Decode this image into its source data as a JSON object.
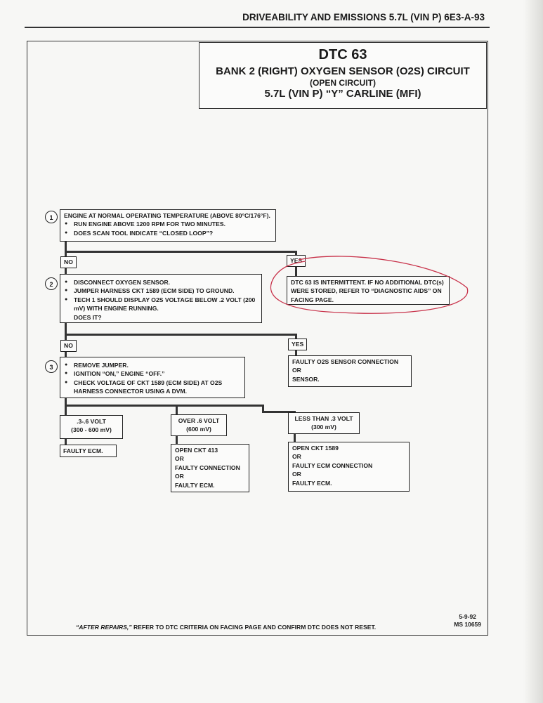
{
  "header": {
    "running_title": "DRIVEABILITY AND EMISSIONS 5.7L (VIN P) 6E3-A-93"
  },
  "title_block": {
    "code": "DTC 63",
    "line1": "BANK 2 (RIGHT) OXYGEN SENSOR (O2S) CIRCUIT",
    "line2": "(OPEN CIRCUIT)",
    "line3": "5.7L (VIN P) “Y” CARLINE (MFI)"
  },
  "steps": [
    {
      "number": "1",
      "heading": "ENGINE AT NORMAL OPERATING TEMPERATURE (ABOVE 80°C/176°F).",
      "bullets": [
        "RUN ENGINE ABOVE 1200 RPM FOR TWO MINUTES.",
        "DOES SCAN TOOL INDICATE “CLOSED LOOP”?"
      ]
    },
    {
      "number": "2",
      "bullets": [
        "DISCONNECT OXYGEN SENSOR.",
        "JUMPER HARNESS CKT 1589 (ECM SIDE) TO GROUND.",
        "TECH 1 SHOULD DISPLAY O2S VOLTAGE BELOW .2 VOLT (200 mV) WITH ENGINE RUNNING."
      ],
      "question": "DOES IT?"
    },
    {
      "number": "3",
      "bullets": [
        "REMOVE JUMPER.",
        "IGNITION “ON,” ENGINE “OFF.”",
        "CHECK VOLTAGE OF CKT 1589 (ECM SIDE) AT O2S HARNESS CONNECTOR USING A DVM."
      ]
    }
  ],
  "branches": {
    "no": "NO",
    "yes": "YES"
  },
  "results": {
    "intermittent": "DTC 63 IS INTERMITTENT.  IF NO ADDITIONAL DTC(s) WERE STORED, REFER TO “DIAGNOSTIC AIDS” ON FACING PAGE.",
    "faulty_o2s": [
      "FAULTY O2S SENSOR CONNECTION",
      "OR",
      "SENSOR."
    ],
    "range_mid": [
      "  .3-.6 VOLT",
      "(300 - 600 mV)"
    ],
    "range_high": [
      "OVER .6 VOLT",
      "(600 mV)"
    ],
    "range_low": [
      "LESS THAN .3 VOLT",
      "(300 mV)"
    ],
    "mid_result": "FAULTY ECM.",
    "high_result": [
      "OPEN CKT 413",
      "OR",
      "FAULTY CONNECTION",
      "OR",
      "FAULTY ECM."
    ],
    "low_result": [
      "OPEN CKT 1589",
      "OR",
      "FAULTY ECM CONNECTION",
      "OR",
      "FAULTY ECM."
    ]
  },
  "footer": {
    "after_repairs": "“AFTER REPAIRS,”",
    "note": " REFER TO DTC CRITERIA ON FACING PAGE AND CONFIRM DTC DOES NOT RESET.",
    "date": "5-9-92",
    "ms": "MS 10659"
  },
  "colors": {
    "annotation": "#c8324a"
  }
}
